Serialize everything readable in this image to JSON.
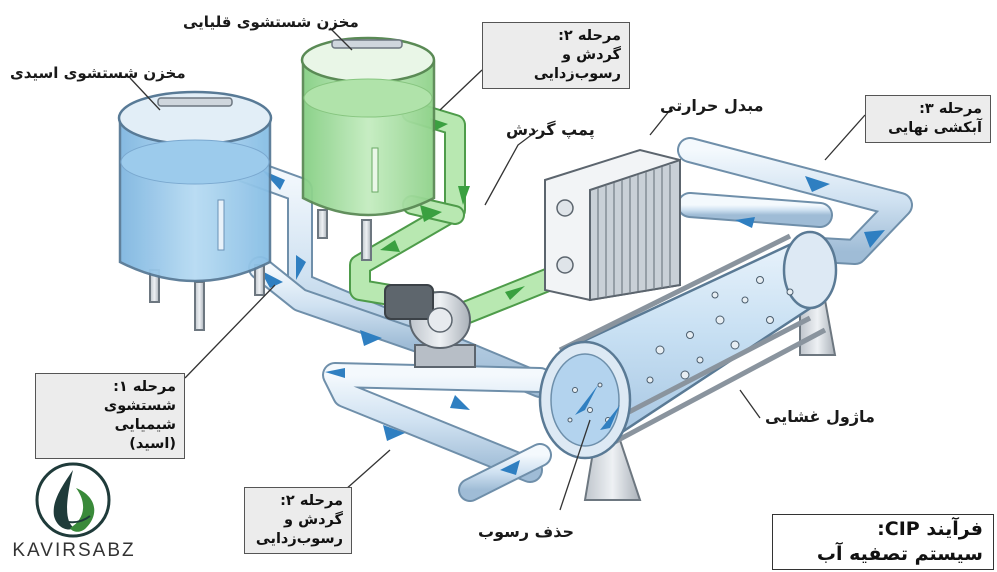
{
  "labels": {
    "acid_tank": "مخزن شستشوی اسیدی",
    "alkaline_tank": "مخزن شستشوی قلیایی",
    "circulation_pump": "پمپ گردش",
    "heat_exchanger": "مبدل حرارتی",
    "membrane_module": "ماژول غشایی",
    "scale_removal": "حذف رسوب"
  },
  "stages": {
    "stage2_top": [
      "مرحله ۲:",
      "گردش و رسوب‌زدایی"
    ],
    "stage3": [
      "مرحله ۳:",
      "آبکشی نهایی"
    ],
    "stage1": [
      "مرحله ۱:",
      "شستشوی شیمیایی",
      "(اسید)"
    ],
    "stage2_bottom": [
      "مرحله ۲:",
      "گردش و",
      "رسوب‌زدایی"
    ]
  },
  "title": [
    "فرآیند CIP:",
    "سیستم تصفیه آب"
  ],
  "brand": {
    "name": "KAVIRSABZ",
    "logo": "drop-leaf-logo"
  },
  "colors": {
    "acid": "#a9d3f0",
    "alkaline": "#a6dfa0",
    "pipe": "#dbe9f5",
    "arrow": "#2f7fc1",
    "green_arrow": "#3aa040"
  }
}
